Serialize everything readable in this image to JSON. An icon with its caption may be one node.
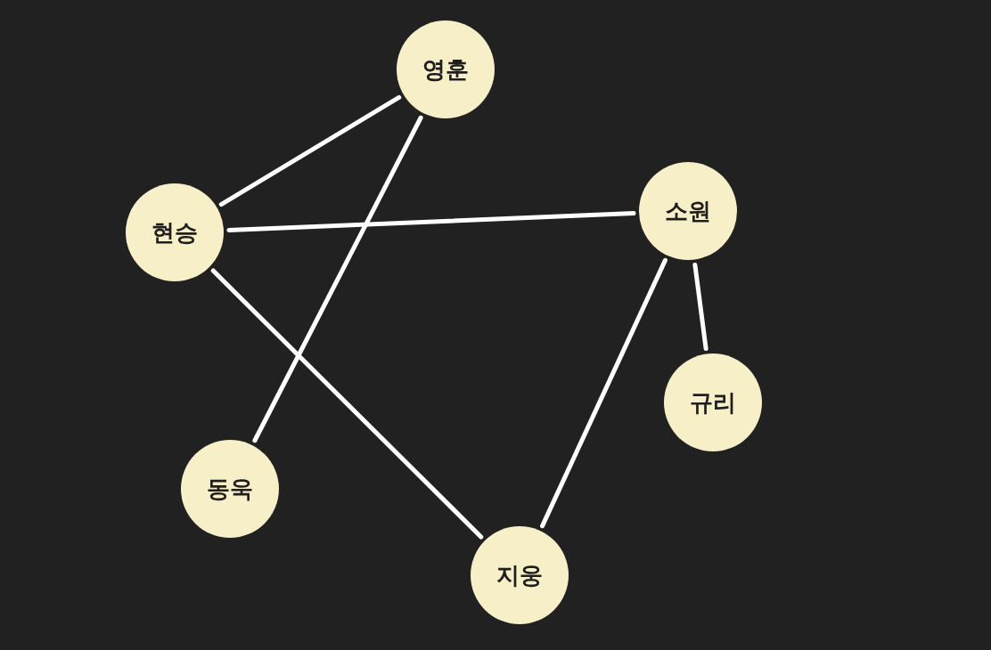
{
  "diagram": {
    "nodes": [
      {
        "text": [
          "영훈"
        ]
      },
      {
        "text": [
          "현승"
        ]
      },
      {
        "text": [
          "소원"
        ]
      },
      {
        "text": [
          "규리"
        ]
      },
      {
        "text": [
          "동욱"
        ]
      },
      {
        "text": [
          "지웅"
        ]
      }
    ],
    "edges": [
      {
        "from": 1,
        "to": 0,
        "arrow": "none"
      },
      {
        "from": 0,
        "to": 4,
        "arrow": "none"
      },
      {
        "from": 1,
        "to": 2,
        "arrow": "none"
      },
      {
        "from": 1,
        "to": 5,
        "arrow": "none"
      },
      {
        "from": 2,
        "to": 5,
        "arrow": "none"
      },
      {
        "from": 2,
        "to": 3,
        "arrow": "none"
      }
    ]
  }
}
